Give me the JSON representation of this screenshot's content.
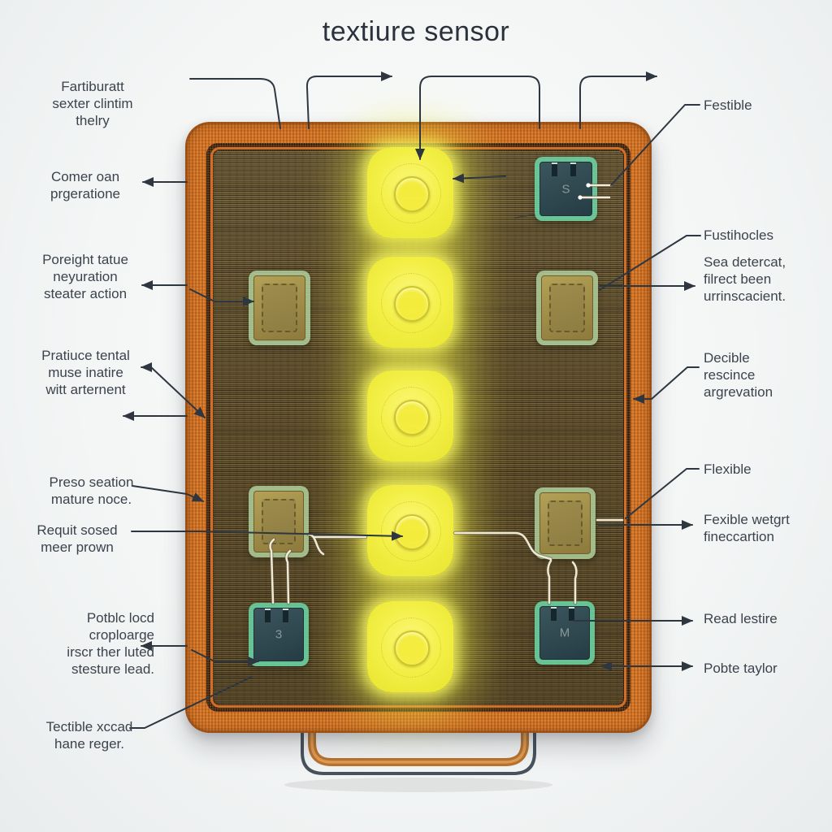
{
  "title": "textiure sensor",
  "labels": {
    "left": [
      {
        "id": "fartiburatt",
        "text": "Fartiburatt\nsexter clintim\nthelry"
      },
      {
        "id": "comer",
        "text": "Comer oan\nprgeratione"
      },
      {
        "id": "poreight",
        "text": "Poreight tatue\nneyuration\nsteater action"
      },
      {
        "id": "pratiuce",
        "text": "Pratiuce tental\nmuse inatire\nwitt arternent"
      },
      {
        "id": "preso",
        "text": "Preso seation\nmature noce."
      },
      {
        "id": "requit",
        "text": "Requit sosed\nmeer prown"
      },
      {
        "id": "potblc",
        "text": "Potblc locd\ncroploarge\nirscr ther luted\nstesture lead."
      },
      {
        "id": "tectible",
        "text": "Tectible xccad\nhane reger."
      }
    ],
    "right": [
      {
        "id": "festible",
        "text": "Festible"
      },
      {
        "id": "fustihocles",
        "text": "Fustihocles"
      },
      {
        "id": "sea",
        "text": "Sea detercat,\nfilrect been\nurrinscacient."
      },
      {
        "id": "decible",
        "text": "Decible\nrescince\nargrevation"
      },
      {
        "id": "flexible",
        "text": "Flexible"
      },
      {
        "id": "fexible",
        "text": "Fexible wetgrt\nfineccartion"
      },
      {
        "id": "read",
        "text": "Read lestire"
      },
      {
        "id": "pobte",
        "text": "Pobte taylor"
      }
    ]
  },
  "board": {
    "pad_count": 5,
    "chips": [
      {
        "position": "top-right",
        "style": "teal",
        "mark": "S"
      },
      {
        "position": "mid-left",
        "style": "olive",
        "mark": ""
      },
      {
        "position": "mid-right",
        "style": "olive",
        "mark": ""
      },
      {
        "position": "lower-left",
        "style": "olive",
        "mark": ""
      },
      {
        "position": "lower-right",
        "style": "olive",
        "mark": ""
      },
      {
        "position": "bottom-left",
        "style": "teal",
        "mark": "3"
      },
      {
        "position": "bottom-right",
        "style": "teal",
        "mark": "M"
      }
    ]
  },
  "colors": {
    "background": "#f4f6f6",
    "frame_orange": "#d27527",
    "wood_brown": "#63522f",
    "pad_yellow": "#f3ef46",
    "pad_glow": "#f5f33a",
    "teal_chip": "#2e4850",
    "olive_chip": "#a5934a",
    "callout_line": "#2e3740",
    "wire_silver": "#f0ead2",
    "handle_copper": "#b9742f",
    "handle_steel": "#47525c",
    "title_text": "#2b323c",
    "label_text": "#3c434d"
  }
}
